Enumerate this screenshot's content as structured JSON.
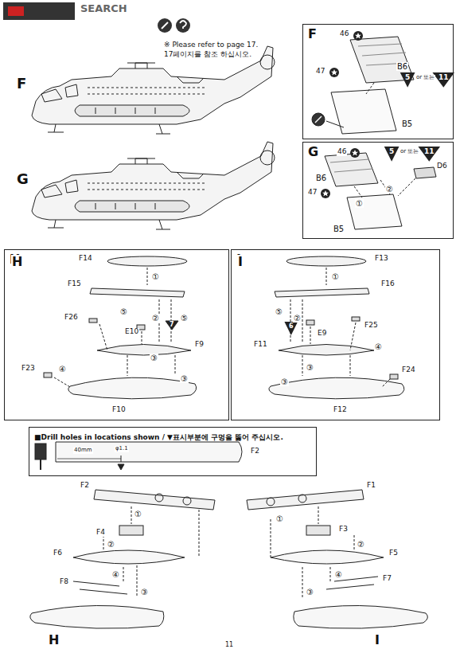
{
  "diagram": {
    "nodes": [
      {
        "text": [
          "F"
        ]
      },
      {
        "text": [
          "G"
        ]
      },
      {
        "text": [
          "H"
        ]
      },
      {
        "text": [
          "I"
        ]
      },
      {
        "text": [
          "■Drill holes in locations shown / ▼표시부분에 구멍을 뚫어 주십시오."
        ]
      }
    ],
    "edges": [],
    "labels": [
      "SEARCH",
      "F",
      "※ Please refer to page 17.",
      "17페이지를 참조 하십시오.",
      "G",
      "46",
      "B6",
      "47",
      "5",
      "or 또는",
      "11",
      "B5",
      "46",
      "5",
      "or 또는",
      "11",
      "D6",
      "B6",
      "47",
      "①",
      "②",
      "B5",
      "H",
      "F14",
      "①",
      "F15",
      "②",
      "⑤",
      "F26",
      "E10",
      "7",
      "⑤",
      "F9",
      "③",
      "F23",
      "④",
      "③",
      "F10",
      "I",
      "F13",
      "①",
      "F16",
      "②",
      "⑤",
      "F25",
      "6",
      "E9",
      "④",
      "F11",
      "③",
      "F24",
      "③",
      "F12",
      "40mm",
      "φ1.1",
      "F2",
      "F2",
      "F4",
      "①",
      "②",
      "F6",
      "F8",
      "④",
      "③",
      "H",
      "F1",
      "F3",
      "①",
      "②",
      "F5",
      "F7",
      "③",
      "④",
      "I",
      "11"
    ]
  }
}
